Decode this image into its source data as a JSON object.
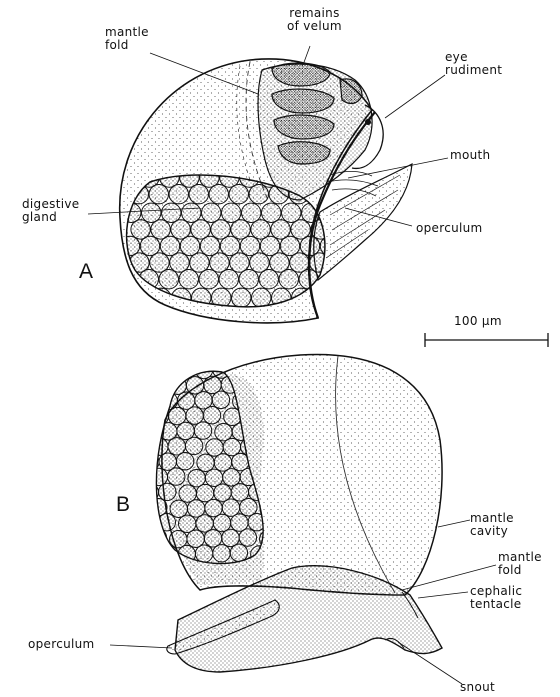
{
  "figure": {
    "panels": {
      "a": "A",
      "b": "B"
    },
    "scale_bar": "100 μm",
    "labels_a": {
      "mantle_fold": "mantle\nfold",
      "remains_of_velum": "remains\nof velum",
      "eye_rudiment": "eye\nrudiment",
      "mouth": "mouth",
      "digestive_gland": "digestive\ngland",
      "operculum": "operculum"
    },
    "labels_b": {
      "mantle_cavity": "mantle\ncavity",
      "mantle_fold": "mantle\nfold",
      "operculum": "operculum",
      "cephalic_tentacle": "cephalic\ntentacle",
      "snout": "snout"
    }
  }
}
